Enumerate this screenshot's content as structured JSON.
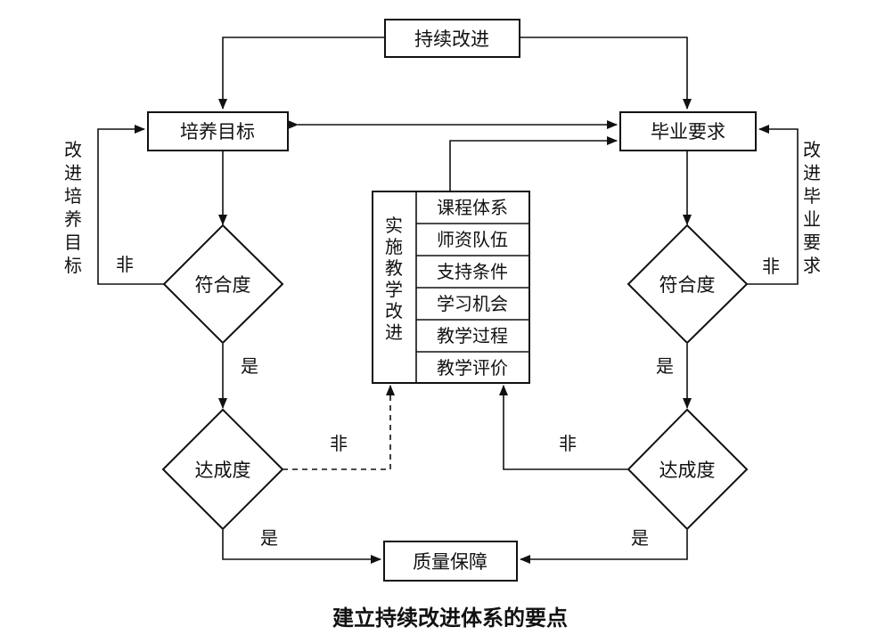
{
  "diagram": {
    "title": "建立持续改进体系的要点",
    "nodes": {
      "continuous_improvement": "持续改进",
      "training_goals": "培养目标",
      "graduation_requirements": "毕业要求",
      "conformity_left": "符合度",
      "conformity_right": "符合度",
      "achievement_left": "达成度",
      "achievement_right": "达成度",
      "quality_assurance": "质量保障",
      "teaching_improvement": "实施教学改进"
    },
    "teaching_items": [
      "课程体系",
      "师资队伍",
      "支持条件",
      "学习机会",
      "教学过程",
      "教学评价"
    ],
    "side_labels": {
      "improve_goals": "改进培养目标",
      "improve_requirements": "改进毕业要求"
    },
    "edge_labels": {
      "no_conformity_left": "非",
      "no_conformity_right": "非",
      "yes_conformity_left": "是",
      "yes_conformity_right": "是",
      "no_achievement_left": "非",
      "no_achievement_right": "非",
      "yes_achievement_left": "是",
      "yes_achievement_right": "是"
    }
  }
}
